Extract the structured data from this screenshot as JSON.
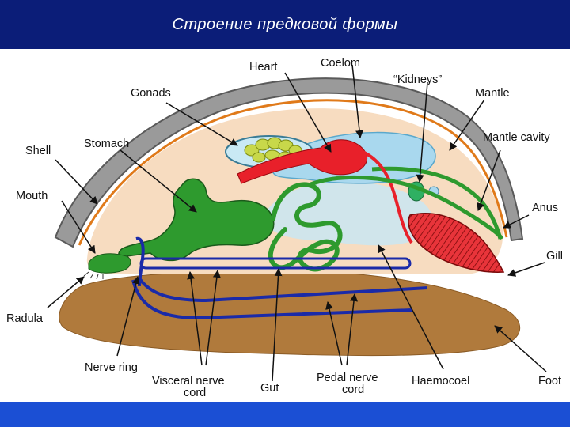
{
  "slide": {
    "title": "Строение предковой формы"
  },
  "labels": {
    "heart": "Heart",
    "coelom": "Coelom",
    "kidneys": "“Kidneys”",
    "gonads": "Gonads",
    "mantle": "Mantle",
    "stomach": "Stomach",
    "shell": "Shell",
    "mantle_cavity": "Mantle cavity",
    "mouth": "Mouth",
    "anus": "Anus",
    "gill": "Gill",
    "radula": "Radula",
    "nerve_ring": "Nerve ring",
    "visceral_nerve_cord_1": "Visceral nerve",
    "visceral_nerve_cord_2": "cord",
    "gut": "Gut",
    "pedal_nerve_cord_1": "Pedal nerve",
    "pedal_nerve_cord_2": "cord",
    "haemocoel": "Haemocoel",
    "foot": "Foot"
  },
  "colors": {
    "title_bar": "#0b1d78",
    "footer_bar": "#1b4fd4",
    "shell": "#9a9a9a",
    "mantle": "#e07a1a",
    "body": "#f7dcc0",
    "foot": "#b07a3c",
    "gut": "#2e9a2e",
    "heart": "#e8202a",
    "coelom": "#a9d8ee",
    "gonads": "#c8d84a",
    "nerve": "#1a2aa8",
    "gill": "#e8343a"
  }
}
